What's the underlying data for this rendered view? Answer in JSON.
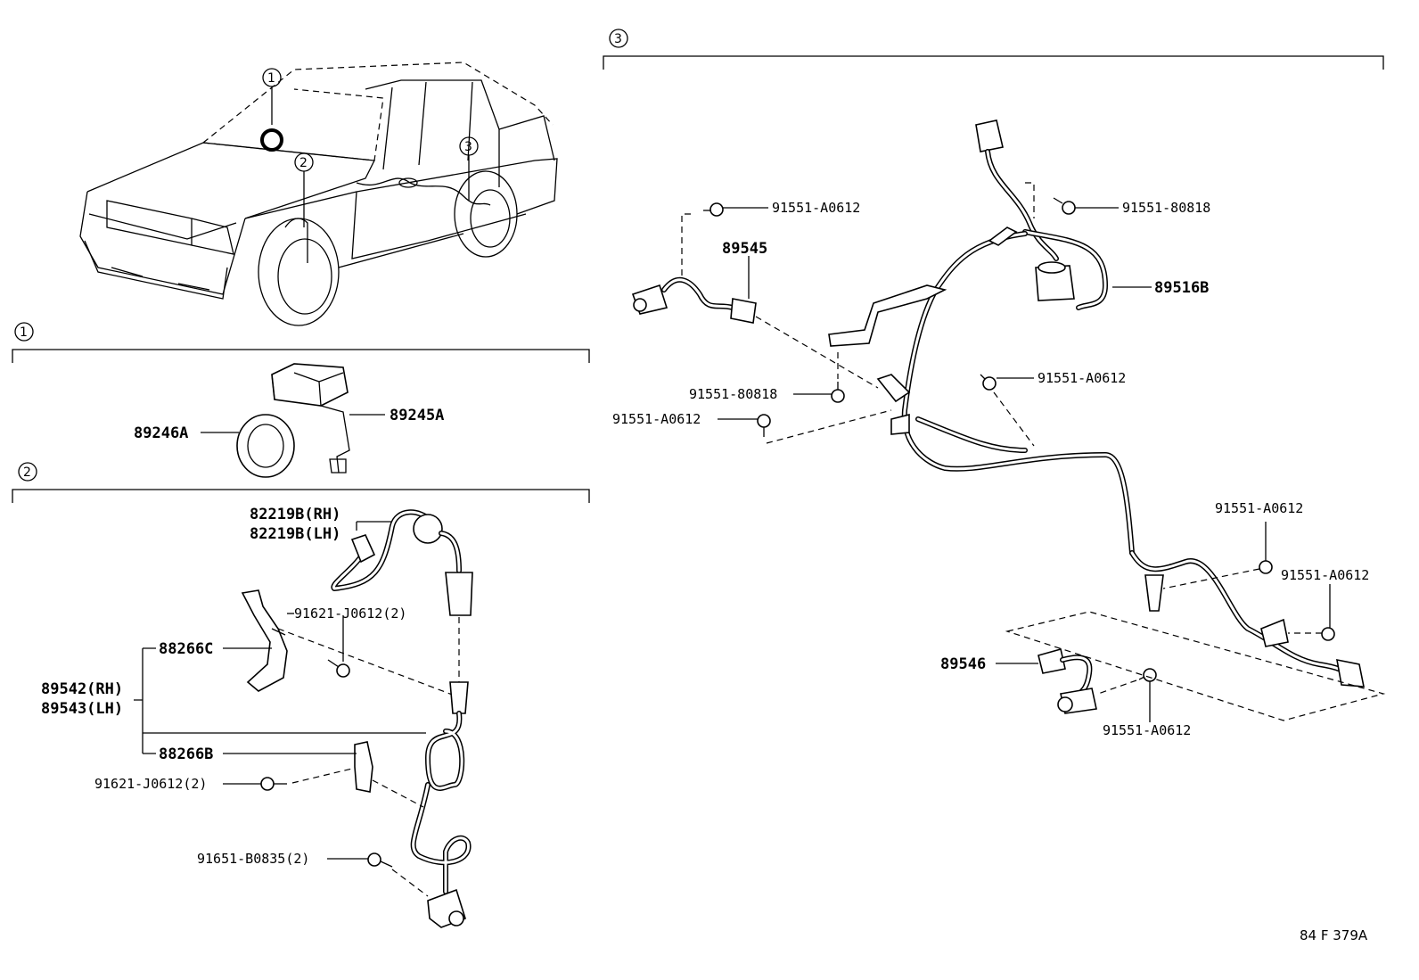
{
  "diagram_code": "84 F 379A",
  "sections": [
    {
      "id": "1",
      "marker": "1"
    },
    {
      "id": "2",
      "marker": "2"
    },
    {
      "id": "3",
      "marker": "3"
    }
  ],
  "car_callouts": [
    "1",
    "2",
    "3"
  ],
  "parts": {
    "p89246A": "89246A",
    "p89245A": "89245A",
    "p82219B_RH": "82219B(RH)",
    "p82219B_LH": "82219B(LH)",
    "p91621_J0612_top": "91621-J0612(2)",
    "p88266C": "88266C",
    "p89542": "89542(RH)",
    "p89543": "89543(LH)",
    "p88266B": "88266B",
    "p91621_J0612_bottom": "91621-J0612(2)",
    "p91651_B0835": "91651-B0835(2)",
    "p91551_A0612_a": "91551-A0612",
    "p89545": "89545",
    "p91551_80818_a": "91551-80818",
    "p89516B": "89516B",
    "p91551_A0612_b": "91551-A0612",
    "p91551_80818_b": "91551-80818",
    "p91551_A0612_c": "91551-A0612",
    "p91551_A0612_d": "91551-A0612",
    "p91551_A0612_e": "91551-A0612",
    "p89546": "89546",
    "p91551_A0612_f": "91551-A0612"
  }
}
